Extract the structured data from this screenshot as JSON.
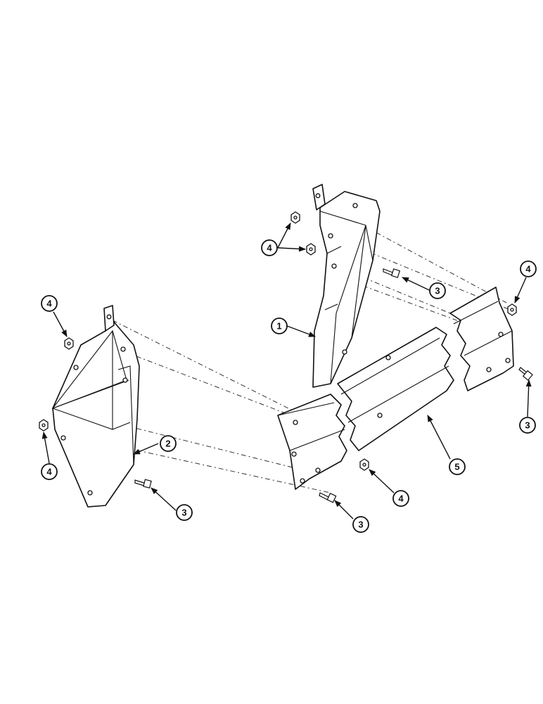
{
  "callouts": [
    {
      "id": "callout-1",
      "label": "1"
    },
    {
      "id": "callout-2",
      "label": "2"
    },
    {
      "id": "callout-3a",
      "label": "3"
    },
    {
      "id": "callout-3b",
      "label": "3"
    },
    {
      "id": "callout-3c",
      "label": "3"
    },
    {
      "id": "callout-3d",
      "label": "3"
    },
    {
      "id": "callout-4a",
      "label": "4"
    },
    {
      "id": "callout-4b",
      "label": "4"
    },
    {
      "id": "callout-4c",
      "label": "4"
    },
    {
      "id": "callout-4d",
      "label": "4"
    },
    {
      "id": "callout-4e",
      "label": "4"
    },
    {
      "id": "callout-5",
      "label": "5"
    }
  ],
  "colors": {
    "line": "#111111",
    "background": "#ffffff"
  }
}
